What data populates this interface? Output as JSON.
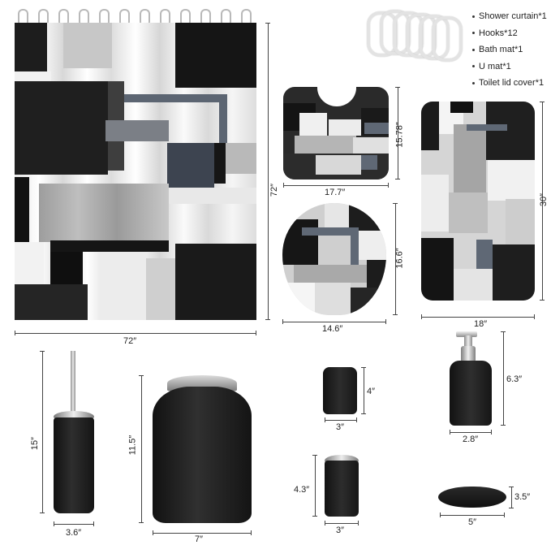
{
  "contents_list": [
    "Shower curtain*1",
    "Hooks*12",
    "Bath mat*1",
    "U mat*1",
    "Toilet lid cover*1"
  ],
  "dimensions": {
    "curtain_width": "72″",
    "curtain_height": "72″",
    "u_mat_width": "17.7″",
    "u_mat_height": "15.78″",
    "lid_cover_width": "14.6″",
    "lid_cover_height": "16.6″",
    "bath_mat_width": "18″",
    "bath_mat_height": "30″",
    "brush_height": "15″",
    "brush_width": "3.6″",
    "trash_height": "11.5″",
    "trash_width": "7″",
    "cup_height": "4″",
    "cup_width": "3″",
    "holder_height": "4.3″",
    "holder_width": "3″",
    "dispenser_height": "6.3″",
    "dispenser_width": "2.8″",
    "soap_dish_height": "3.5″",
    "soap_dish_width": "5″"
  },
  "colors": {
    "black": "#1e1e1e",
    "dark_gray": "#3a3a3a",
    "slate": "#5f6875",
    "mid_gray": "#9a9a9a",
    "light_gray": "#cfcfcf",
    "white": "#f4f4f4"
  }
}
